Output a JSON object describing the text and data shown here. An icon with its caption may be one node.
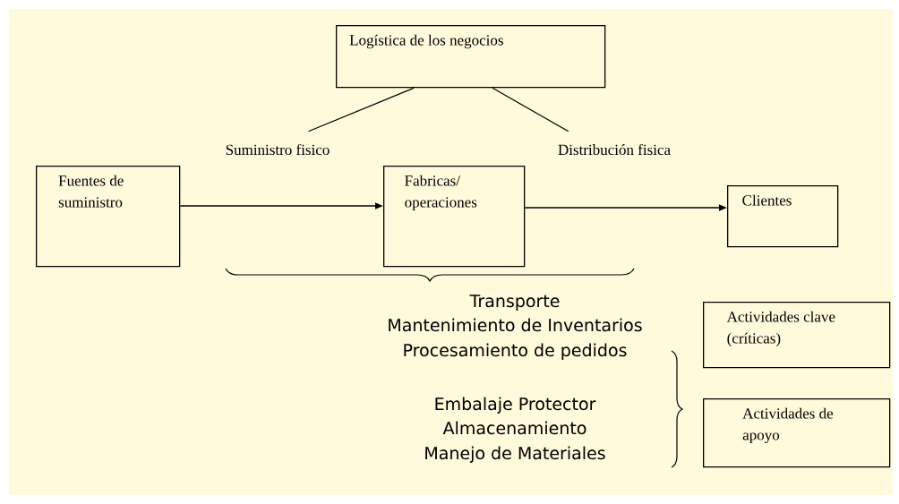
{
  "diagram": {
    "nodes": [
      {
        "text": [
          "Logística de los negocios"
        ]
      },
      {
        "text": [
          "Suministro fisico"
        ]
      },
      {
        "text": [
          "Distribución fisica"
        ]
      },
      {
        "text": [
          "Fuentes de suministro"
        ]
      },
      {
        "text": [
          "Fabricas/ operaciones"
        ]
      },
      {
        "text": [
          "Clientes"
        ]
      },
      {
        "text": [
          "Actividades clave (críticas)"
        ]
      },
      {
        "text": [
          "Actividades de apoyo"
        ]
      }
    ],
    "edges": [
      {
        "from": 0,
        "to": 1,
        "arrow": "none"
      },
      {
        "from": 0,
        "to": 2,
        "arrow": "none"
      },
      {
        "from": 3,
        "to": 4,
        "arrow": "to"
      },
      {
        "from": 4,
        "to": 5,
        "arrow": "to"
      }
    ],
    "labels": [
      "Transporte",
      "Mantenimiento de Inventarios",
      "Procesamiento de pedidos",
      "Embalaje Protector",
      "Almacenamiento",
      "Manejo de Materiales"
    ]
  }
}
